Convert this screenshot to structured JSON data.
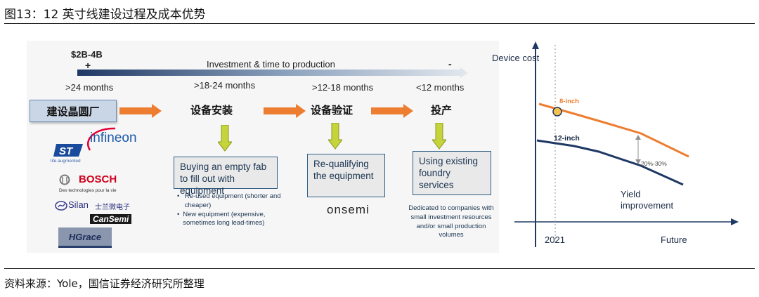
{
  "figure_title": "图13：12 英寸线建设过程及成本优势",
  "source": "资料来源：Yole，国信证券经济研究所整理",
  "investment": {
    "amount": "$2B-4B",
    "plus": "+",
    "minus": "-",
    "label": "Investment & time to production"
  },
  "durations": [
    ">24 months",
    ">18-24 months",
    ">12-18 months",
    "<12 months"
  ],
  "stages": [
    "建设晶圆厂",
    "设备安装",
    "设备验证",
    "投产"
  ],
  "boxes": [
    "Buying an empty fab to fill out with equipment",
    "Re-qualifying the equipment",
    "Using existing foundry services"
  ],
  "equipment_notes": [
    "Re-used equipment (shorter and cheaper)",
    "New equipment (expensive, sometimes long lead-times)"
  ],
  "foundry_note": "Dedicated to companies with small investment resources and/or small production volumes",
  "logos": {
    "st_tagline": "life.augmented",
    "infineon": "infineon",
    "bosch": "BOSCH",
    "bosch_tagline": "Des technologies pour la vie",
    "silan": "Silan",
    "silan_cn": "士兰微电子",
    "cansemi": "CanSemi",
    "hgrace": "HGrace",
    "onsemi": "onsemi"
  },
  "colors": {
    "navy": "#1f3864",
    "orange": "#ed7d31",
    "olive": "#c5d43b",
    "box_border": "#2e5e86"
  },
  "cost_chart": {
    "y_axis_label": "Device cost",
    "x_ticks": [
      "2021",
      "Future"
    ],
    "series": [
      {
        "name": "8-inch",
        "color": "#ed7d31"
      },
      {
        "name": "12-inch",
        "color": "#1f3864"
      }
    ],
    "gap_label": "20%-30%",
    "annotation": "Yield improvement"
  }
}
